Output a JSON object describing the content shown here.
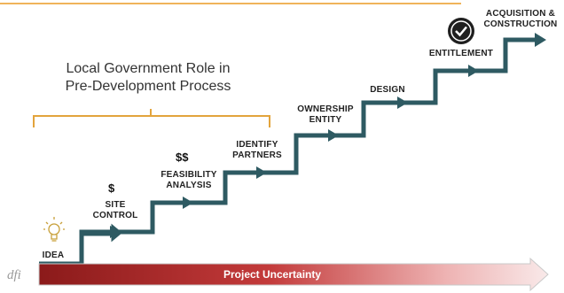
{
  "role_note": {
    "line1": "Local Government Role in",
    "line2": "Pre-Development Process"
  },
  "steps": [
    {
      "id": "idea",
      "line1": "IDEA",
      "line2": "",
      "icon": "lightbulb-icon"
    },
    {
      "id": "site-control",
      "line1": "SITE",
      "line2": "CONTROL",
      "icon": "dollar-icon",
      "icon_text": "$"
    },
    {
      "id": "feasibility",
      "line1": "FEASIBILITY",
      "line2": "ANALYSIS",
      "icon": "double-dollar-icon",
      "icon_text": "$$"
    },
    {
      "id": "identify-partners",
      "line1": "IDENTIFY",
      "line2": "PARTNERS",
      "icon": ""
    },
    {
      "id": "ownership-entity",
      "line1": "OWNERSHIP",
      "line2": "ENTITY",
      "icon": ""
    },
    {
      "id": "design",
      "line1": "DESIGN",
      "line2": "",
      "icon": ""
    },
    {
      "id": "entitlement",
      "line1": "ENTITLEMENT",
      "line2": "",
      "icon": "checkmark-badge-icon"
    },
    {
      "id": "acquisition",
      "line1": "ACQUISITION &",
      "line2": "CONSTRUCTION",
      "icon": ""
    }
  ],
  "uncertainty_bar": {
    "label": "Project Uncertainty"
  },
  "logo_text": "dfi",
  "colors": {
    "step_line": "#2e5a62",
    "bracket": "#e3a43c",
    "top_rule": "#f0b45a",
    "bar_dark": "#8b1a1a",
    "bar_light": "#f9e9e9"
  }
}
